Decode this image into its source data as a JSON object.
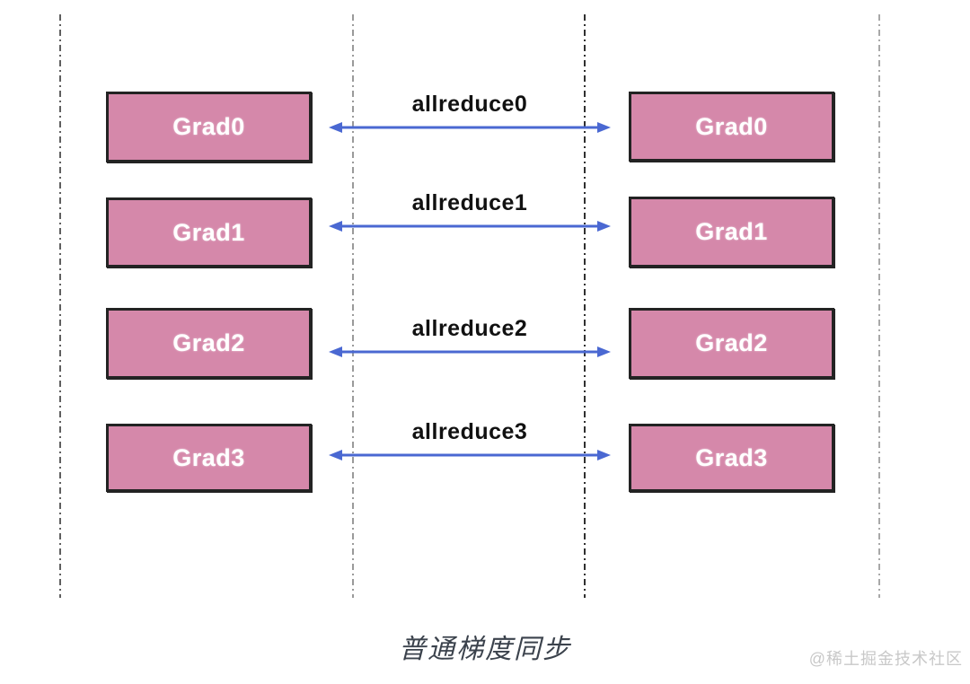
{
  "diagram": {
    "rows": [
      {
        "left_label": "Grad0",
        "arrow_label": "allreduce0",
        "right_label": "Grad0"
      },
      {
        "left_label": "Grad1",
        "arrow_label": "allreduce1",
        "right_label": "Grad1"
      },
      {
        "left_label": "Grad2",
        "arrow_label": "allreduce2",
        "right_label": "Grad2"
      },
      {
        "left_label": "Grad3",
        "arrow_label": "allreduce3",
        "right_label": "Grad3"
      }
    ],
    "caption": "普通梯度同步",
    "watermark": "@稀土掘金技术社区",
    "colors": {
      "box_fill": "#d588aa",
      "box_border": "#232323",
      "box_text": "#ffffff",
      "arrow": "#4a68d2",
      "arrow_label_text": "#111111",
      "caption_text": "#3b424c",
      "watermark_text": "#c8c8c8",
      "background": "#ffffff"
    }
  }
}
